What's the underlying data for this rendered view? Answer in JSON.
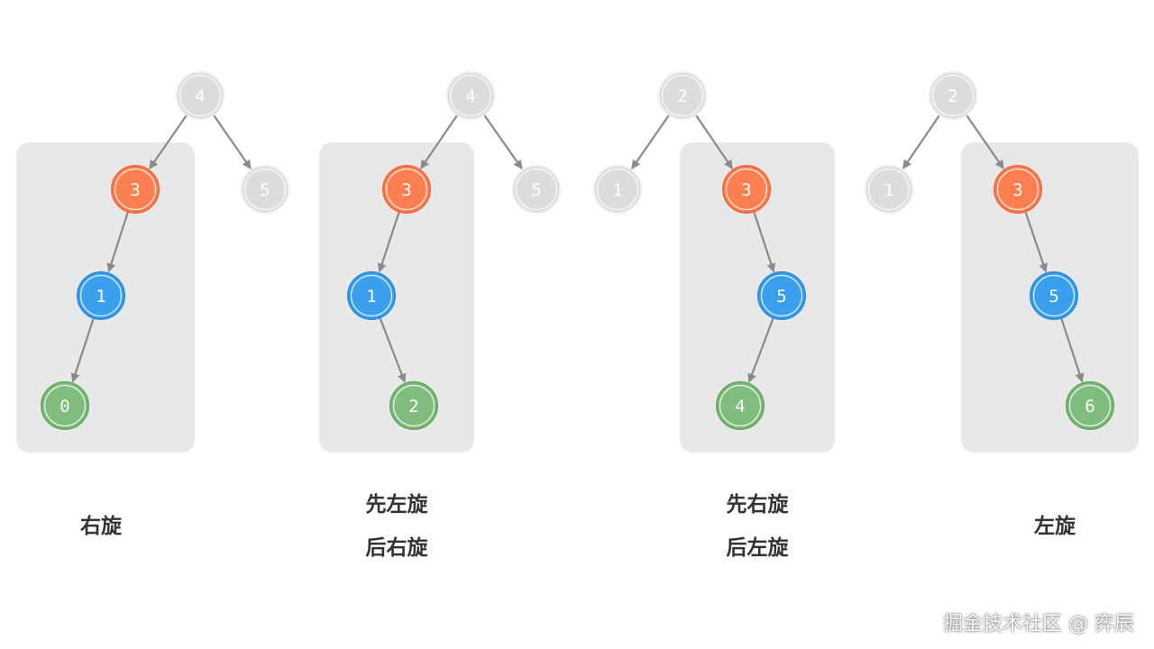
{
  "colors": {
    "panel": "#e8e8e8",
    "edge": "#8a8a8a",
    "gray_fill": "#dcdcdc",
    "gray_ring": "#ececec",
    "orange_fill": "#ff7f50",
    "orange_ring": "#f46a3c",
    "blue_fill": "#3aa0ee",
    "blue_ring": "#2b8ee0",
    "green_fill": "#80bc7d",
    "green_ring": "#66aa62"
  },
  "diagrams": [
    {
      "id": "right-rotation",
      "caption_lines": [
        "右旋"
      ],
      "nodes": [
        {
          "id": "a",
          "label": "4",
          "color": "gray"
        },
        {
          "id": "b",
          "label": "3",
          "color": "orange"
        },
        {
          "id": "c",
          "label": "5",
          "color": "gray"
        },
        {
          "id": "d",
          "label": "1",
          "color": "blue"
        },
        {
          "id": "e",
          "label": "0",
          "color": "green"
        }
      ],
      "edges": [
        [
          "a",
          "b"
        ],
        [
          "a",
          "c"
        ],
        [
          "b",
          "d"
        ],
        [
          "d",
          "e"
        ]
      ]
    },
    {
      "id": "left-right-rotation",
      "caption_lines": [
        "先左旋",
        "后右旋"
      ],
      "nodes": [
        {
          "id": "a",
          "label": "4",
          "color": "gray"
        },
        {
          "id": "b",
          "label": "3",
          "color": "orange"
        },
        {
          "id": "c",
          "label": "5",
          "color": "gray"
        },
        {
          "id": "d",
          "label": "1",
          "color": "blue"
        },
        {
          "id": "e",
          "label": "2",
          "color": "green"
        }
      ],
      "edges": [
        [
          "a",
          "b"
        ],
        [
          "a",
          "c"
        ],
        [
          "b",
          "d"
        ],
        [
          "d",
          "e"
        ]
      ]
    },
    {
      "id": "right-left-rotation",
      "caption_lines": [
        "先右旋",
        "后左旋"
      ],
      "nodes": [
        {
          "id": "a",
          "label": "2",
          "color": "gray"
        },
        {
          "id": "b",
          "label": "1",
          "color": "gray"
        },
        {
          "id": "c",
          "label": "3",
          "color": "orange"
        },
        {
          "id": "d",
          "label": "5",
          "color": "blue"
        },
        {
          "id": "e",
          "label": "4",
          "color": "green"
        }
      ],
      "edges": [
        [
          "a",
          "b"
        ],
        [
          "a",
          "c"
        ],
        [
          "c",
          "d"
        ],
        [
          "d",
          "e"
        ]
      ]
    },
    {
      "id": "left-rotation",
      "caption_lines": [
        "左旋"
      ],
      "nodes": [
        {
          "id": "a",
          "label": "2",
          "color": "gray"
        },
        {
          "id": "b",
          "label": "1",
          "color": "gray"
        },
        {
          "id": "c",
          "label": "3",
          "color": "orange"
        },
        {
          "id": "d",
          "label": "5",
          "color": "blue"
        },
        {
          "id": "e",
          "label": "6",
          "color": "green"
        }
      ],
      "edges": [
        [
          "a",
          "b"
        ],
        [
          "a",
          "c"
        ],
        [
          "c",
          "d"
        ],
        [
          "d",
          "e"
        ]
      ]
    }
  ],
  "watermark": "掘金技术社区 @ 弈辰"
}
